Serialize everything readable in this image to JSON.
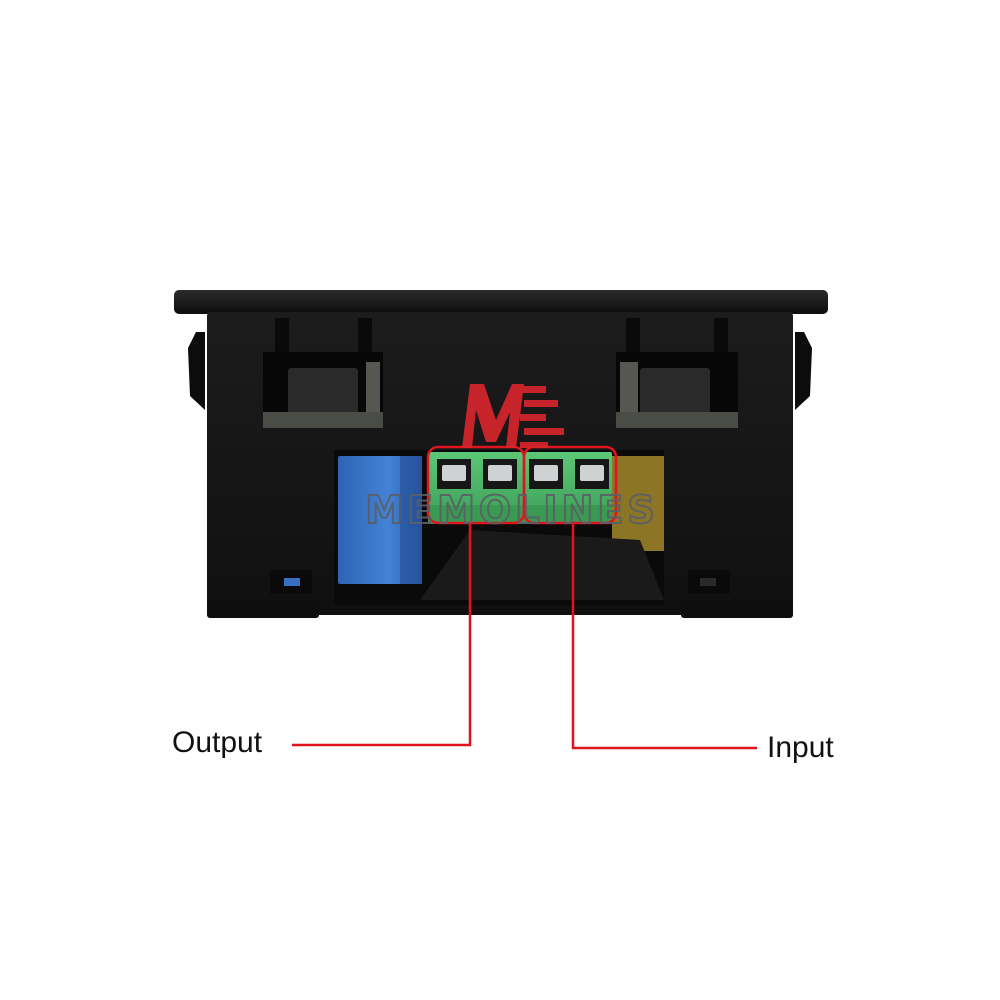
{
  "labels": {
    "output": "Output",
    "input": "Input"
  },
  "watermark": {
    "text": "MEMOLINES",
    "logo_letter": "M"
  },
  "colors": {
    "background": "#ffffff",
    "housing": "#161616",
    "terminal_block": "#4fb86a",
    "relay": "#3b73c4",
    "callout_line": "#e0141e",
    "watermark_red": "#d9262c",
    "watermark_gray": "#5a5f66"
  },
  "icons": {
    "terminal_screw": "screw-terminal-icon",
    "brand_logo": "memolines-logo-icon"
  }
}
